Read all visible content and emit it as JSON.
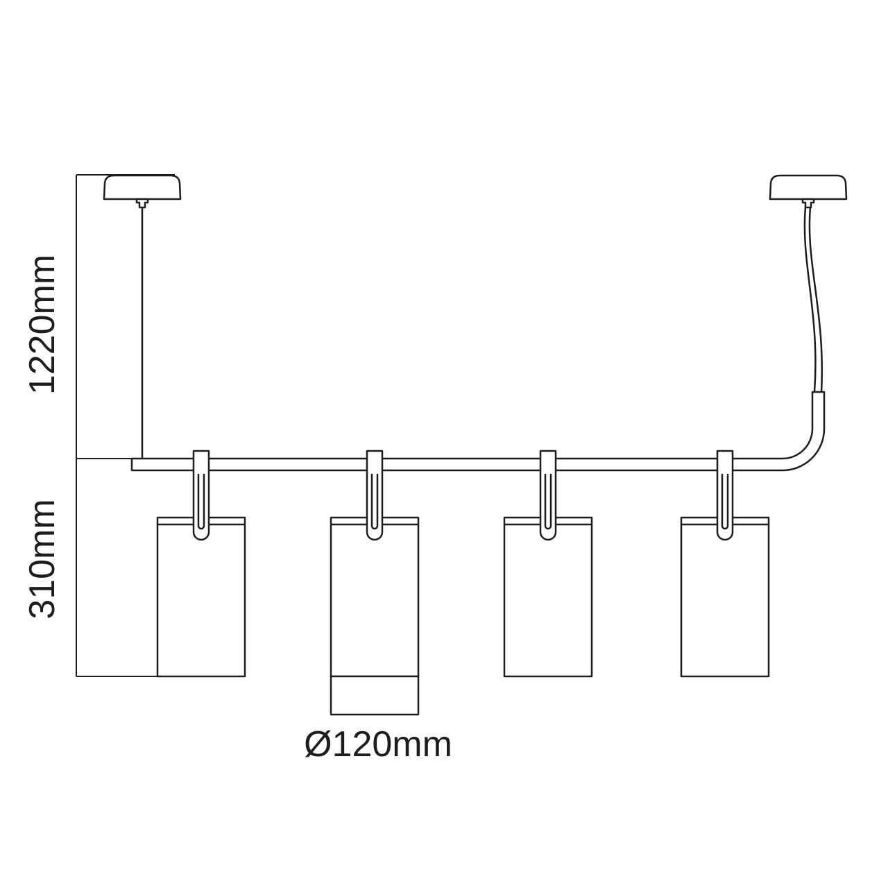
{
  "diagram": {
    "type": "technical-dimension-drawing",
    "subject": "linear-pendant-light-4-cylindrical-shades",
    "shade_count": 4,
    "colors": {
      "line": "#1d1d1b",
      "background": "#ffffff"
    },
    "labels": {
      "drop_height": "1220mm",
      "shade_height": "310mm",
      "shade_diameter": "Ø120mm"
    }
  }
}
